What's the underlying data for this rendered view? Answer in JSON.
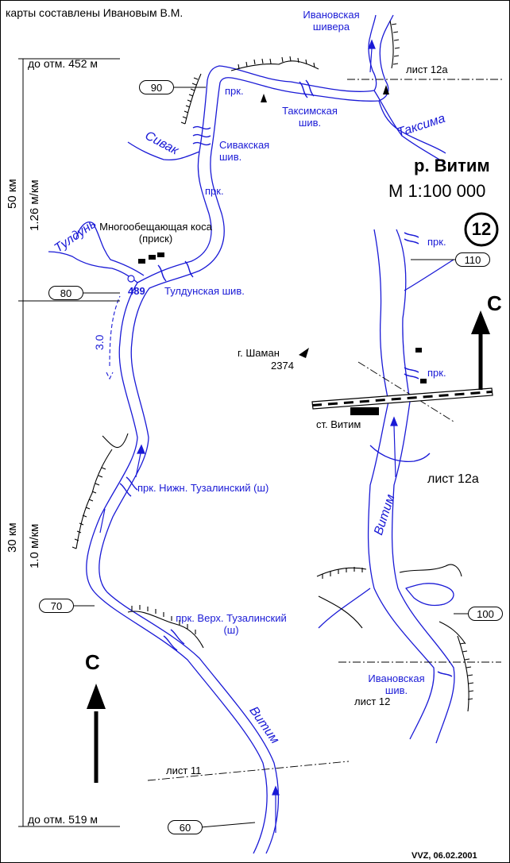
{
  "header": {
    "author_note": "карты составлены Ивановым В.М."
  },
  "title": {
    "river": "р. Витим",
    "scale": "М 1:100 000",
    "sheet_number": "12"
  },
  "footer": {
    "signature": "VVZ, 06.02.2001"
  },
  "north_arrow": {
    "letter": "С"
  },
  "elevations": {
    "top": "до отм. 452 м",
    "bottom": "до отм. 519 м"
  },
  "gradients": {
    "upper": {
      "distance": "50 км",
      "slope": "1.26 м/км"
    },
    "lower": {
      "distance": "30 км",
      "slope": "1.0 м/км"
    }
  },
  "km_markers": [
    "90",
    "80",
    "70",
    "60",
    "110",
    "100"
  ],
  "sheet_labels": {
    "sheet_12a": "лист 12а",
    "sheet_11": "лист 11",
    "sheet_12": "лист 12"
  },
  "rivers": {
    "taksima": "Таксима",
    "sivak": "Сивак",
    "tuldun": "Тулдунь",
    "vitim_main": "Витим",
    "vitim_inset": "Витим"
  },
  "rapids": {
    "ivanovskaya_top": "Ивановская шивера",
    "taksimskaya": "Таксимская шив.",
    "sivakskaya": "Сивакская шив.",
    "tuldunskaya": "Тулдунская шив.",
    "nizhn_tuzalinsky": "прк. Нижн. Тузалинский (ш)",
    "verkh_tuzalinsky": "прк. Верх. Тузалинский (ш)",
    "ivanovskaya_inset": "Ивановская шив."
  },
  "prk_labels": {
    "prk_a": "прк.",
    "prk_b": "прк.",
    "prk_c": "прк.",
    "prk_d": "прк."
  },
  "places": {
    "mnogoobeshchayushchaya": "Многообещающая коса (приск)",
    "mount_shaman": "г. Шаман",
    "mount_shaman_height": "2374",
    "station_vitim": "ст. Витим"
  },
  "spot_height": "489",
  "current_speed": "3.0",
  "colors": {
    "river": "#1a1ad6",
    "ink": "#000000",
    "paper": "#ffffff"
  }
}
